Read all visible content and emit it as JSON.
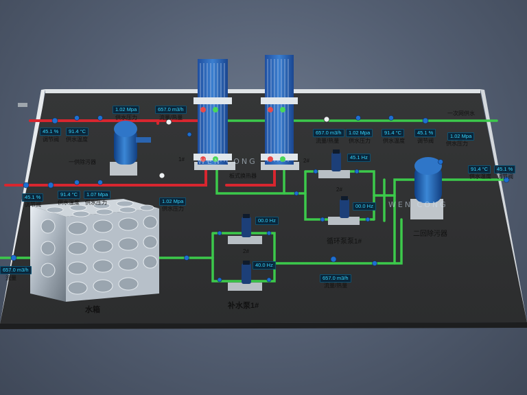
{
  "labels": {
    "supply_valve_pressure": "供水压力",
    "supply_flow_heat": "流量/热量",
    "plate_valve_top": "1#",
    "first_dirt_separator": "一供除污器",
    "supply_temp_left": "供水温度",
    "regulating_valve_left": "调节阀",
    "regulating_valve_left2": "调节阀",
    "supply_temp_left2": "供水温度",
    "supply_pressure_left2": "供水压力",
    "supply_pressure_left3": "供水压力",
    "plate_heat_exchanger": "板式换热器",
    "pump_2_top": "2#",
    "pump_2_right": "2#",
    "circulation_pump_1": "循环泵泵1#",
    "makeup_pump_2": "2#",
    "makeup_pump_1": "补水泵1#",
    "water_tank": "水箱",
    "secondary_dirt_separator": "二回除污器",
    "primary_supply": "一次网供水",
    "flow_right": "流量/热量",
    "supply_pressure_right": "供水压力",
    "supply_temp_right": "供水温度",
    "regulating_valve_right": "调节阀",
    "supply_pressure_right2": "供水压力",
    "supply_temp_right2": "供水温度",
    "regulating_valve_right2": "调节阀",
    "flow_bottom": "流量/热量",
    "flow_left_edge": "流量"
  },
  "values": {
    "p_top_left": "1.02 Mpa",
    "flow_top_left": "657.0 m3/h",
    "valve_left": "45.1 %",
    "temp_left": "91.4 °C",
    "valve_left2": "45.1 %",
    "temp_left2": "91.4 °C",
    "p_left2": "1.07 Mpa",
    "p_left3": "1.02 Mpa",
    "flow_right": "657.0 m3/h",
    "p_right": "1.02 Mpa",
    "temp_right": "91.4 °C",
    "valve_right": "45.1 %",
    "p_right2": "1.02 Mpa",
    "temp_right2": "91.4 °C",
    "valve_right2": "45.1 %",
    "hz_pump2_top": "45.1 Hz",
    "hz_pump2": "00.0 Hz",
    "hz_makeup_top": "00.0 Hz",
    "hz_makeup_1": "40.0 Hz",
    "flow_bottom": "657.0 m3/h",
    "flow_left_edge": "657.0 m3/h"
  },
  "watermark": "WEN CONG",
  "colors": {
    "supply_pipe": "#d8262f",
    "return_pipe": "#3cc94b",
    "tank_blue": "#1d5fae",
    "display_text": "#33d6ff"
  }
}
